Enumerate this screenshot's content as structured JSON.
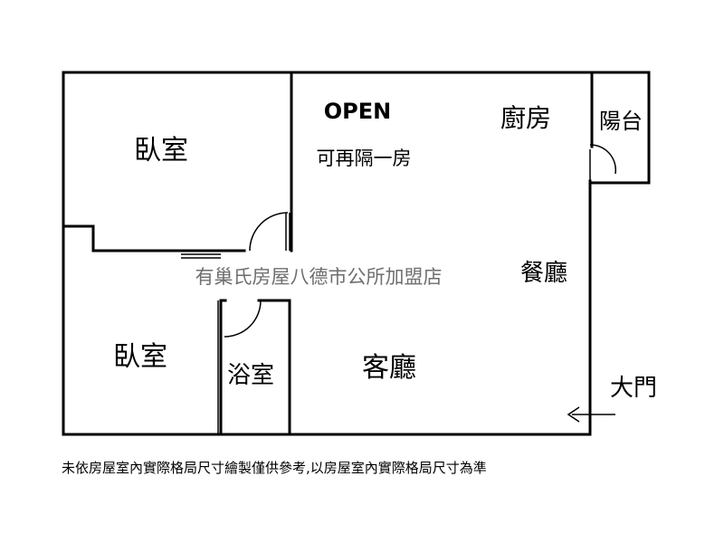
{
  "rooms": {
    "bedroom_top": "臥室",
    "bedroom_bottom": "臥室",
    "bathroom": "浴室",
    "living_room": "客廳",
    "dining_room": "餐廳",
    "kitchen": "廚房",
    "balcony": "陽台",
    "main_door": "大門"
  },
  "open_area": {
    "label": "OPEN",
    "note": "可再隔一房"
  },
  "watermark": "有巢氏房屋八德市公所加盟店",
  "disclaimer": "未依房屋室內實際格局尺寸繪製僅供參考,以房屋室內實際格局尺寸為準"
}
